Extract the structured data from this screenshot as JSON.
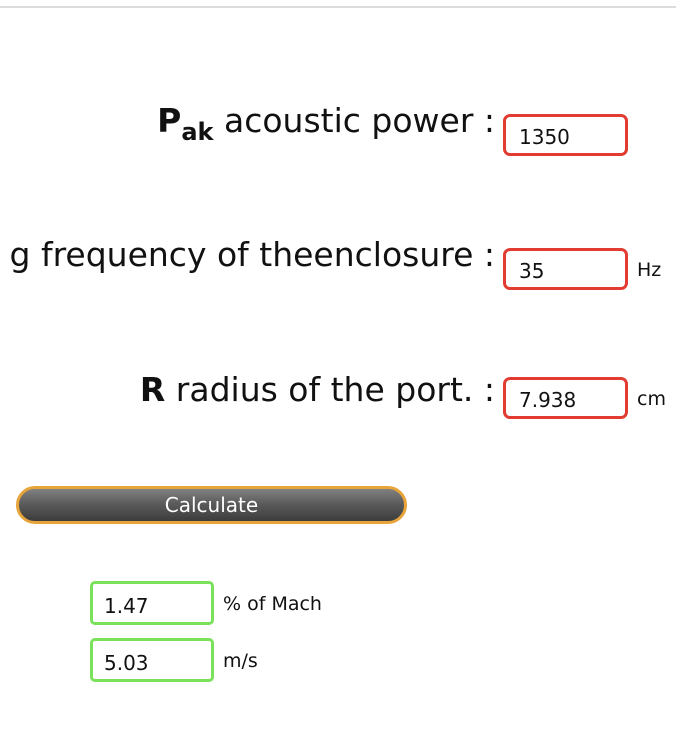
{
  "rows": [
    {
      "symbol": "P",
      "subscript": "ak",
      "label": " acoustic power :",
      "value": "1350",
      "unit": ""
    },
    {
      "symbol": "",
      "subscript": "",
      "label": "g frequency of theenclosure :",
      "value": "35",
      "unit": "Hz"
    },
    {
      "symbol": "R",
      "subscript": "",
      "label": " radius of the port. :",
      "value": "7.938",
      "unit": "cm"
    }
  ],
  "calculate_label": "Calculate",
  "results": [
    {
      "value": "1.47",
      "unit": "% of Mach"
    },
    {
      "value": "5.03",
      "unit": "m/s"
    }
  ],
  "colors": {
    "input_border": "#e23b32",
    "result_border": "#7ae25a",
    "button_border": "#e7a43a",
    "button_fill": "#5c5c5c"
  }
}
